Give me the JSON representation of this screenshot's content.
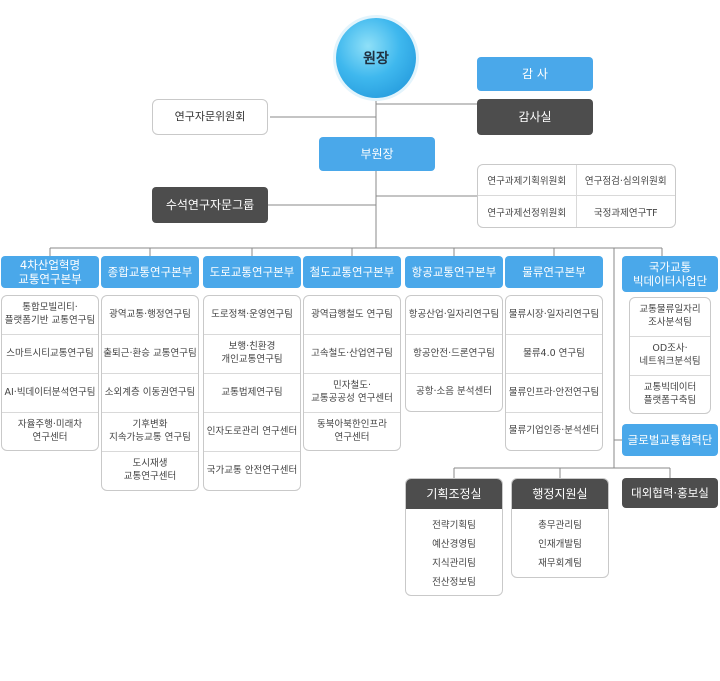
{
  "director": "원장",
  "audit": "감 사",
  "audit_office": "감사실",
  "advisory": "연구자문위원회",
  "vice": "부원장",
  "senior_group": "수석연구자문그룹",
  "committees": [
    "연구과제기획위원회",
    "연구점검·심의위원회",
    "연구과제선정위원회",
    "국정과제연구TF"
  ],
  "divisions": [
    {
      "name": "4차산업혁명\n교통연구본부",
      "units": [
        "통합모빌리티·\n플랫폼기반 교통연구팀",
        "스마트시티교통연구팀",
        "AI·빅데이터분석연구팀",
        "자율주행·미래차\n연구센터"
      ]
    },
    {
      "name": "종합교통연구본부",
      "units": [
        "광역교통·행정연구팀",
        "출퇴근·환승 교통연구팀",
        "소외계층 이동권연구팀",
        "기후변화\n지속가능교통 연구팀",
        "도시재생\n교통연구센터"
      ]
    },
    {
      "name": "도로교통연구본부",
      "units": [
        "도로정책·운영연구팀",
        "보행·친환경\n개인교통연구팀",
        "교통법제연구팀",
        "인자도로관리 연구센터",
        "국가교통 안전연구센터"
      ]
    },
    {
      "name": "철도교통연구본부",
      "units": [
        "광역급행철도 연구팀",
        "고속철도·산업연구팀",
        "민자철도·\n교통공공성 연구센터",
        "동북아북한인프라\n연구센터"
      ]
    },
    {
      "name": "항공교통연구본부",
      "units": [
        "항공산업·일자리연구팀",
        "항공안전·드론연구팀",
        "공항·소음 분석센터"
      ]
    },
    {
      "name": "물류연구본부",
      "units": [
        "물류시장·일자리연구팀",
        "물류4.0 연구팀",
        "물류인프라·안전연구팀",
        "물류기업인증·분석센터"
      ]
    }
  ],
  "bigdata": {
    "name": "국가교통\n빅데이터사업단",
    "units": [
      "교통물류일자리\n조사분석팀",
      "OD조사·\n네트워크분석팀",
      "교통빅데이터\n플랫폼구축팀"
    ]
  },
  "global": "글로벌교통협력단",
  "support": [
    {
      "name": "기획조정실",
      "units": [
        "전략기획팀",
        "예산경영팀",
        "지식관리팀",
        "전산정보팀"
      ]
    },
    {
      "name": "행정지원실",
      "units": [
        "총무관리팀",
        "인재개발팀",
        "재무회계팀"
      ]
    },
    {
      "name": "대외협력·홍보실",
      "units": []
    }
  ]
}
